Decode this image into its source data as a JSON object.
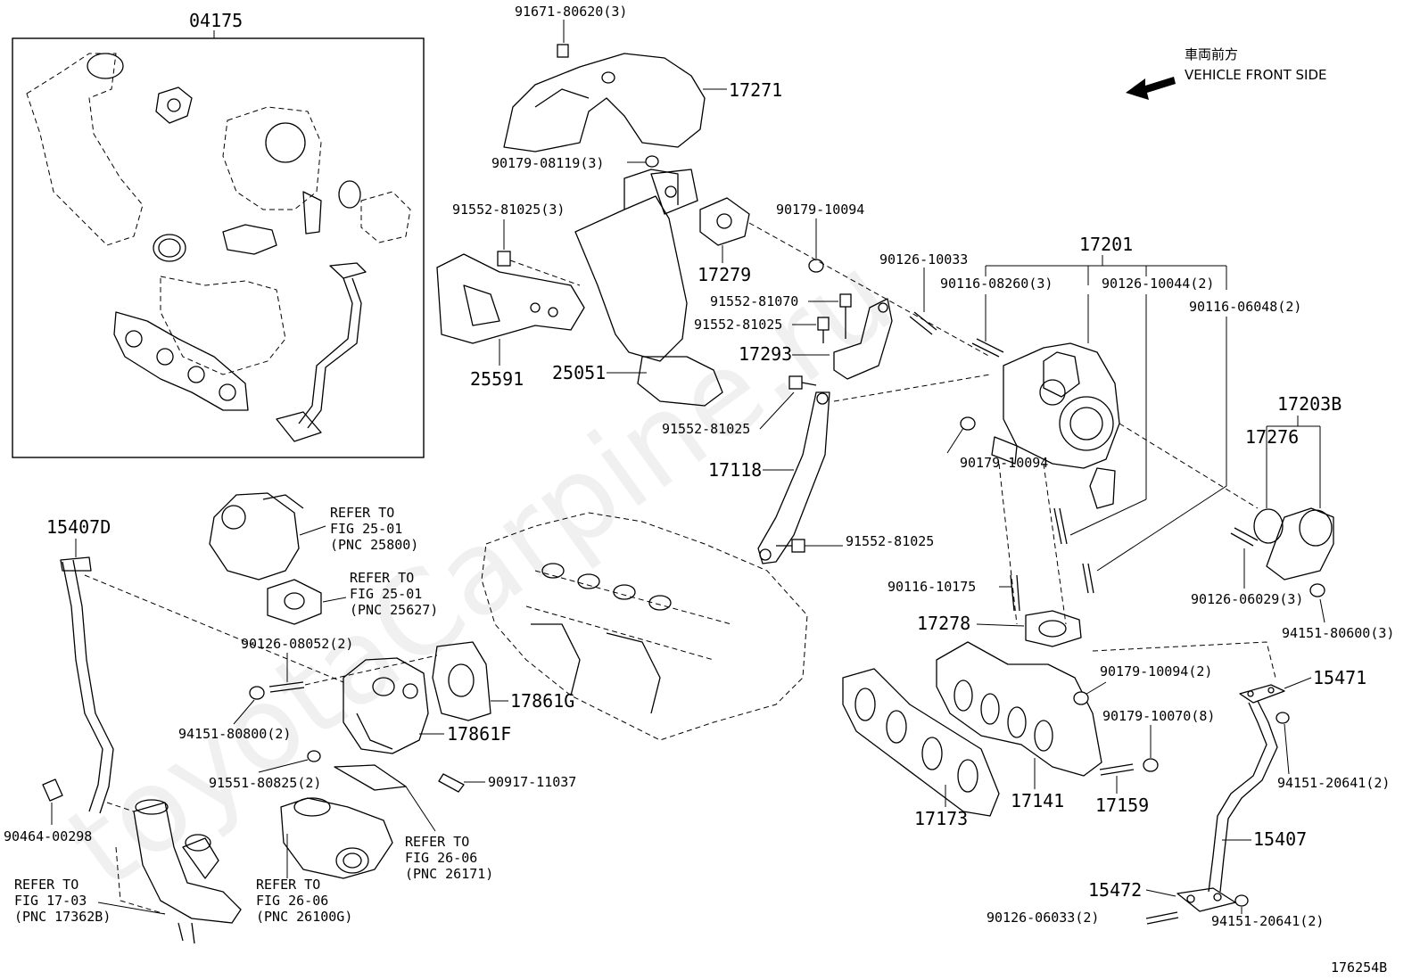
{
  "header": {
    "direction_jp": "車両前方",
    "direction_en": "VEHICLE FRONT SIDE"
  },
  "watermark": "toyotaCarpine.ru",
  "figure_id": "176254B",
  "kit_label": "04175",
  "labels": {
    "p91671": "91671-80620(3)",
    "p17271": "17271",
    "p90179_08119": "90179-08119(3)",
    "p91552_81025_3": "91552-81025(3)",
    "p90179_10094_a": "90179-10094",
    "p17279": "17279",
    "p17201": "17201",
    "p90126_10033": "90126-10033",
    "p90116_08260": "90116-08260(3)",
    "p90126_10044": "90126-10044(2)",
    "p90116_06048": "90116-06048(2)",
    "p91552_81070": "91552-81070",
    "p91552_81025_b": "91552-81025",
    "p17293": "17293",
    "p25591": "25591",
    "p25051": "25051",
    "p91552_81025_c": "91552-81025",
    "p17118": "17118",
    "p90179_10094_b": "90179-10094",
    "p17203B": "17203B",
    "p17276": "17276",
    "p91552_81025_d": "91552-81025",
    "p15407D": "15407D",
    "p90116_10175": "90116-10175",
    "p90126_06029": "90126-06029(3)",
    "p17278": "17278",
    "p94151_80600": "94151-80600(3)",
    "p90126_08052": "90126-08052(2)",
    "p17861G": "17861G",
    "p90179_10094_c": "90179-10094(2)",
    "p15471": "15471",
    "p94151_80800": "94151-80800(2)",
    "p17861F": "17861F",
    "p90179_10070": "90179-10070(8)",
    "p94151_20641_a": "94151-20641(2)",
    "p91551_80825": "91551-80825(2)",
    "p90917_11037": "90917-11037",
    "p17141": "17141",
    "p17159": "17159",
    "p17173": "17173",
    "p90464_00298": "90464-00298",
    "p15407": "15407",
    "p15472": "15472",
    "p90126_06033": "90126-06033(2)",
    "p94151_20641_b": "94151-20641(2)"
  },
  "refs": {
    "r1": {
      "l1": "REFER TO",
      "l2": "FIG 25-01",
      "l3": "(PNC 25800)"
    },
    "r2": {
      "l1": "REFER TO",
      "l2": "FIG 25-01",
      "l3": "(PNC 25627)"
    },
    "r3": {
      "l1": "REFER TO",
      "l2": "FIG 26-06",
      "l3": "(PNC 26171)"
    },
    "r4": {
      "l1": "REFER TO",
      "l2": "FIG 17-03",
      "l3": "(PNC 17362B)"
    },
    "r5": {
      "l1": "REFER TO",
      "l2": "FIG 26-06",
      "l3": "(PNC 26100G)"
    }
  }
}
